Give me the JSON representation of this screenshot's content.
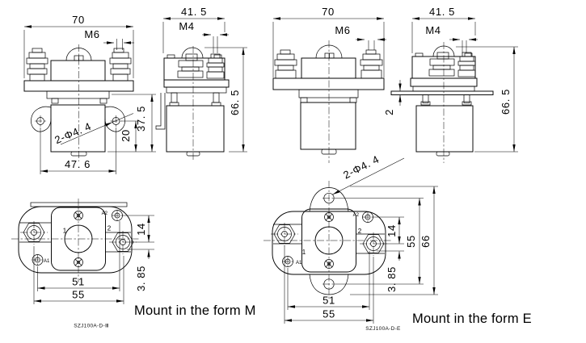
{
  "drawing": {
    "m_front": {
      "w": "70",
      "thread": "M6",
      "holes": "2-Φ4. 4",
      "h_outer": "37. 5",
      "h_inner": "20",
      "base": "47. 6"
    },
    "m_side": {
      "w": "41. 5",
      "thread": "M4",
      "h": "66. 5"
    },
    "e_front": {
      "w": "70",
      "thread": "M6"
    },
    "e_side": {
      "w": "41. 5",
      "thread": "M4",
      "h": "66. 5",
      "flange_t": "2"
    },
    "m_top": {
      "t1": "1",
      "t2": "2",
      "a1": "A1",
      "a2": "A2",
      "d14": "14",
      "d385": "3. 85",
      "d51": "51",
      "d55": "55",
      "part": "SZJ100A-D-Ⅲ",
      "caption": "Mount in the form M"
    },
    "e_top": {
      "holes": "2-Φ4. 4",
      "t1": "1",
      "t2": "2",
      "a1": "A1",
      "a2": "A2",
      "d14": "14",
      "d385": "3. 85",
      "d51": "51",
      "d55": "55",
      "dv55": "55",
      "dv66": "66",
      "part": "SZJ100A-D-E",
      "caption": "Mount in the form E"
    }
  }
}
